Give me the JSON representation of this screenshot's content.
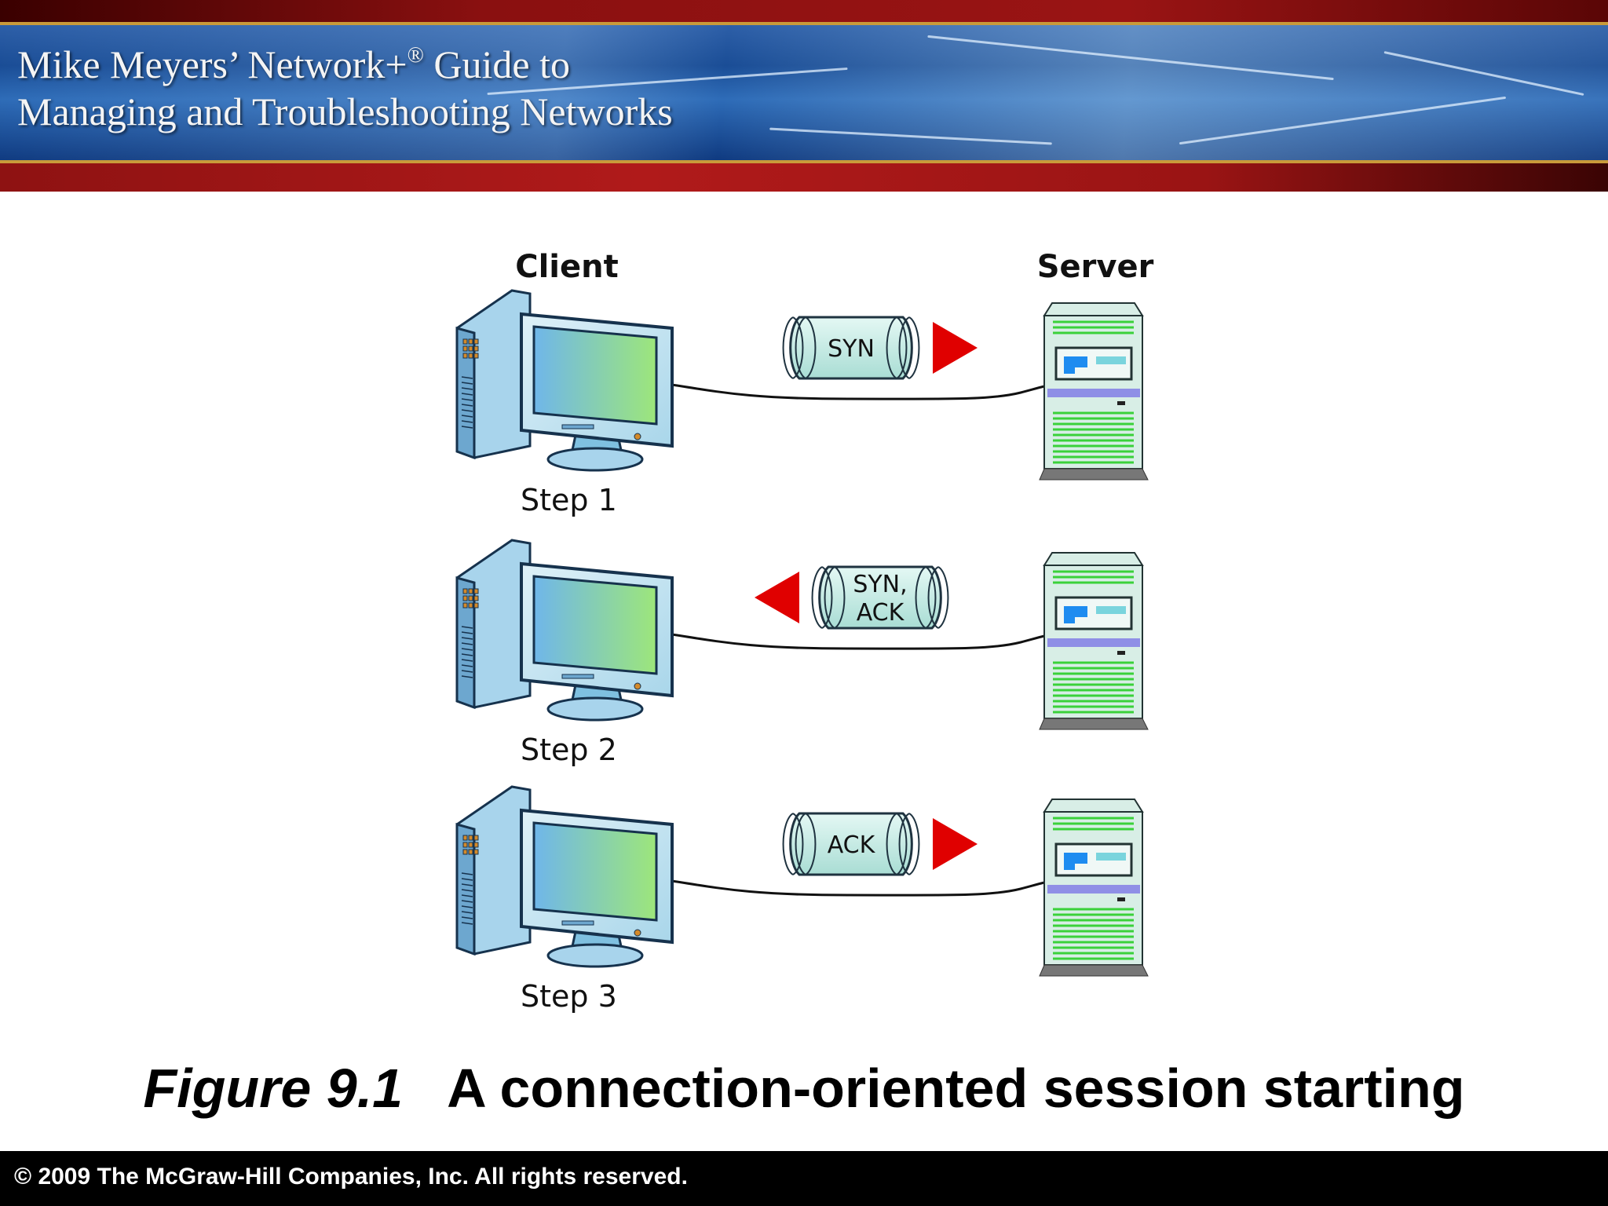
{
  "banner": {
    "title_line1_a": "Mike Meyers’ Network+",
    "title_reg_mark": "®",
    "title_line1_b": " Guide to",
    "title_line2": "Managing and Troubleshooting Networks"
  },
  "diagram": {
    "client_label": "Client",
    "server_label": "Server",
    "steps": [
      {
        "label": "Step 1",
        "packet": [
          "SYN"
        ],
        "direction": "client-to-server"
      },
      {
        "label": "Step 2",
        "packet": [
          "SYN,",
          "ACK"
        ],
        "direction": "server-to-client"
      },
      {
        "label": "Step 3",
        "packet": [
          "ACK"
        ],
        "direction": "client-to-server"
      }
    ],
    "colors": {
      "arrow": "#e00000",
      "packet": "#c8ece6",
      "monitor_screen_from": "#6fb6ea",
      "monitor_screen_to": "#9de67a",
      "server_body": "#d8eee6",
      "server_lines": "#3ad13a",
      "server_band": "#8f8fe6"
    }
  },
  "caption": {
    "figure_number": "Figure 9.1",
    "text": "A connection-oriented session starting"
  },
  "footer": {
    "copyright": "© 2009 The McGraw-Hill Companies, Inc. All rights reserved."
  }
}
